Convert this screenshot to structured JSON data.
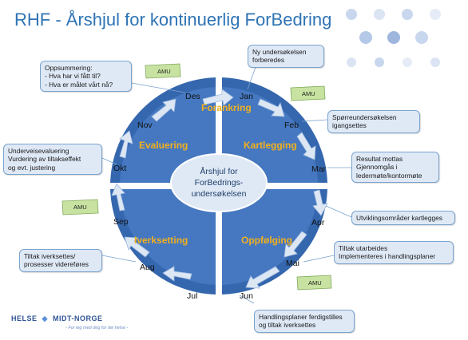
{
  "title": "RHF - Årshjul for kontinuerlig ForBedring",
  "center": {
    "lines": [
      "Årshjul for",
      "ForBedrings-",
      "undersøkelsen"
    ]
  },
  "months": [
    "Des",
    "Jan",
    "Feb",
    "Mar",
    "Apr",
    "Mai",
    "Jun",
    "Jul",
    "Aug",
    "Sep",
    "Okt",
    "Nov"
  ],
  "quadrants": [
    "Forankring",
    "Kartlegging",
    "Oppfølging",
    "Iverksetting",
    "Evaluering"
  ],
  "amu_label": "AMU",
  "callouts": [
    {
      "id": "oppsummering",
      "lines": [
        "Oppsummering:",
        "- Hva har vi fått til?",
        "- Hva er målet vårt nå?"
      ]
    },
    {
      "id": "ny-undersokelse",
      "lines": [
        "Ny undersøkelsen",
        "forberedes"
      ]
    },
    {
      "id": "sporreundersokelsen",
      "lines": [
        "Spørreundersøkelsen",
        "igangsettes"
      ]
    },
    {
      "id": "resultat",
      "lines": [
        "Resultat mottas",
        "Gjennomgås i",
        "ledermøte/kontormøte"
      ]
    },
    {
      "id": "utviklingsomrader",
      "lines": [
        "Utviklingsområder kartlegges"
      ]
    },
    {
      "id": "tiltak-utarbeides",
      "lines": [
        "Tiltak utarbeides",
        "Implementeres i handlingsplaner"
      ]
    },
    {
      "id": "handlingsplaner",
      "lines": [
        "Handlingsplaner ferdigstilles",
        "og tiltak iverksettes"
      ]
    },
    {
      "id": "tiltak-iverksettes",
      "lines": [
        "Tiltak iverksettes/",
        "prosesser videreføres"
      ]
    },
    {
      "id": "underveisevaluering",
      "lines": [
        "Underveisevaluering",
        "Vurdering av tiltakseffekt",
        "og evt. justering"
      ]
    }
  ],
  "logo": {
    "left": "HELSE",
    "right": "MIDT-NORGE",
    "tagline": "- For leg med deg for dei helse -"
  },
  "colors": {
    "circle": "#3a6db3",
    "ring": "#5d8ccc",
    "accent": "#f2b01e",
    "title": "#2f74b5",
    "callout": "#dfe9f6"
  }
}
